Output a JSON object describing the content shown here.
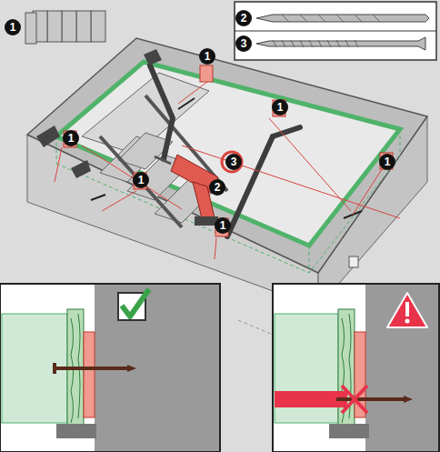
{
  "diagram": {
    "labels": [
      "1",
      "2",
      "3",
      "1",
      "1",
      "1",
      "1",
      "3",
      "1",
      "2",
      "1"
    ]
  }
}
